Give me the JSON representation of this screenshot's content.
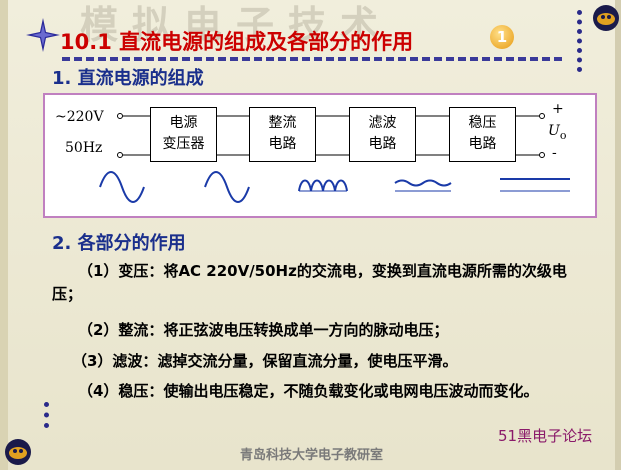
{
  "watermark_title": "模拟电子技术",
  "title": "10.1  直流电源的组成及各部分的作用",
  "badge": "1",
  "section1": "1. 直流电源的组成",
  "diagram": {
    "input_voltage": "~220V",
    "input_freq": "50Hz",
    "blocks": [
      {
        "line1": "电源",
        "line2": "变压器"
      },
      {
        "line1": "整流",
        "line2": "电路"
      },
      {
        "line1": "滤波",
        "line2": "电路"
      },
      {
        "line1": "稳压",
        "line2": "电路"
      }
    ],
    "plus": "+",
    "minus": "-",
    "output_label": "U",
    "output_sub": "o"
  },
  "section2": "2. 各部分的作用",
  "paragraphs": [
    "（1）变压：将AC  220V/50Hz的交流电，变换到直流电源所需的次级电压；",
    "（2）整流：将正弦波电压转换成单一方向的脉动电压；",
    "（3）滤波：滤掉交流分量，保留直流分量，使电压平滑。",
    "（4）稳压：使输出电压稳定，不随负载变化或电网电压波动而变化。"
  ],
  "footer_brand": "51黑电子论坛",
  "footer_watermark": "青岛科技大学电子教研室"
}
